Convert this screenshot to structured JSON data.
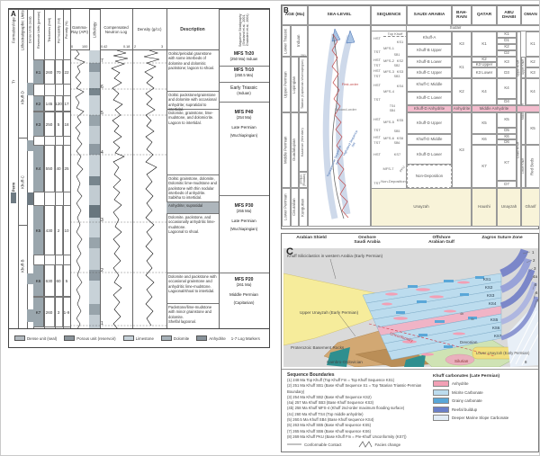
{
  "colors": {
    "pink_anhydrite": "#f3bccd",
    "yellow_clastics": "#f8f3d9",
    "micrite_blue": "#bcdcee",
    "reefal_blue": "#7b87c9",
    "gray_dense": "#9aa6ad"
  },
  "panelA": {
    "label": "A",
    "cols": {
      "formation": "Formation/Age",
      "lithostrat": "Lithostratigraphic Units",
      "dense": "Dense Units (seal)",
      "reservoir": "Reservoir Units (porous)",
      "thickness": "Thickness (feet)",
      "permeability": "Permeability (md)",
      "porosity": "Porosity (%)",
      "gr": "Gamma-Ray (API)",
      "lithology": "Lithology",
      "cnl": "Compensated Neutron Log",
      "density": "Density (g/cc)",
      "description": "Description",
      "seqstrat": "Sequence Stratigraphy (Sharland et al., 2001, Grabstein et al., 2004)"
    },
    "scales": {
      "gr_min": "0",
      "gr_max": "100",
      "cnl_min": "0.42",
      "cnl_max": "0.18",
      "den_min": "2",
      "den_max": "3"
    },
    "formation_labels": {
      "top": "Tr",
      "mid": "Late Perm"
    },
    "lithostrat_labels": {
      "d": "Khuff-D",
      "c": "Khuff-C",
      "b": "Khuff-B"
    },
    "rows": [
      {
        "unit": "K1",
        "thickness": "260",
        "perm": "70",
        "poro": "22"
      },
      {
        "unit": "K2",
        "thickness": "145",
        "perm": "120",
        "poro": "17"
      },
      {
        "unit": "K3",
        "thickness": "250",
        "perm": "5",
        "poro": "18"
      },
      {
        "unit": "K4",
        "thickness": "550",
        "perm": "40",
        "poro": "25"
      },
      {
        "unit": "K5",
        "thickness": "430",
        "perm": "2",
        "poro": "10"
      },
      {
        "unit": "K6",
        "thickness": "630",
        "perm": "60",
        "poro": "5"
      },
      {
        "unit": "K7",
        "thickness": "260",
        "perm": "3",
        "poro": "1-9"
      }
    ],
    "log_markers": [
      "7",
      "6",
      "5",
      "4",
      "3",
      "2",
      "1"
    ],
    "descriptions": [
      "Oolitic/peloidal grainstone with some interbeds of dolomite and dolomitic packstone; lagoon to shoal.",
      "Oolitic packstone/grainstone and dolomite with occasional anhydrite; supratidal to intertidal.",
      "Dolomite, grainstone, lime-mudstone, and dolomicrite.\nLagoon to intertidal.",
      "Oolitic grainstone, dolomite, Dolomitic lime-mudstone and packstone with thin nodular interbeds of anhydrite.\nSabkha to intertidal.",
      "Anhydrite; supratidal",
      "Dolomite, packstone, and occasionally anhydritic lime-mudstone.\nLagoonal to shoal.",
      "Dolomite and packstone with occasional grainstone and anhydritic lime-mudstone.\nLagoonal/shoal to intertidal.",
      "Packstone/lime-mudstone with minor grainstone and dolomite.\nShelfal lagoonal."
    ],
    "sequence": [
      {
        "l1": "MFS Tr20",
        "l2": "(250 Ma) Induan"
      },
      {
        "l1": "MFS Tr10",
        "l2": "(250.5 Ma)"
      },
      {
        "l1": "Early Triassic",
        "l2": "(Induan)"
      },
      {
        "l1": "MFS P40",
        "l2": "(254 Ma)",
        "l3": "Late Permian",
        "l4": "(Wuchiapingian)"
      },
      {
        "l1": "MFS P30",
        "l2": "(255 Ma)",
        "l3": "Late Permian",
        "l4": "(Wuchiapingian)"
      },
      {
        "l1": "MFS P20",
        "l2": "(261 Ma)",
        "l3": "Middle Permian",
        "l4": "(Capitanian)"
      }
    ],
    "legend": [
      {
        "label": "Dense unit (seal)",
        "color": "#b3bac0"
      },
      {
        "label": "Porous unit (reservoir)",
        "color": "#8b959c"
      },
      {
        "label": "Limestone",
        "color": "#c6d2da"
      },
      {
        "label": "Dolomite",
        "color": "#a7b2b9"
      },
      {
        "label": "Anhydrite",
        "color": "#89939b"
      }
    ],
    "legend_markers": "1-7  Log Markers"
  },
  "panelB": {
    "label": "B",
    "header": {
      "age": "AGE (Ma)",
      "sea": "SEA-LEVEL",
      "seq": "SEQUENCE",
      "saudi": "SAUDI ARABIA",
      "bahrain": "BAH-RAIN",
      "qatar": "QATAR",
      "abudhabi": "ABU DHABI",
      "oman": "OMAN"
    },
    "age": {
      "lt": "Lower Triassic",
      "induan": "Induan",
      "up": "Upper Permian",
      "lopingian": "Lopingian",
      "tatarian": "Tatarian (Capitanian-Wuchiapingian)",
      "mp": "Middle Permian",
      "guadalupian": "Guadalupian",
      "kazanian": "Kazanian (Wordian)",
      "ufimian": "Ufimian (Roadian)",
      "lp": "Lower Permian",
      "cisuralian": "Cisuralian",
      "kungurian": "Kungurian",
      "tick": "251"
    },
    "sea": {
      "first": "First-order",
      "second": "Second-order",
      "hst_arrow": "Highstand Sequence Set",
      "tst_arrow": "Transgressive Sequence Set"
    },
    "seq": {
      "sudair": "Sudair",
      "top_khuff": "Top Khuff",
      "hst": "HST",
      "tst": "TST",
      "mfs1": "MFS-1",
      "mfs2": "MFS-2",
      "mfs3": "MFS-3",
      "mfs4": "MFS-4",
      "mfs5": "MFS-5",
      "mfs6": "MFS-6",
      "mfs7": "MFS-7",
      "ks1": "KS1",
      "ks2": "KS2",
      "ks3": "KS3",
      "ks4": "KS4",
      "ks5": "KS5",
      "ks6": "KS6",
      "ks7": "KS7",
      "sb1": "SB1",
      "sb2": "SB2",
      "sb3": "SB3",
      "sb5": "SB5",
      "sb6": "SB6",
      "ts4": "TS4",
      "sb4": "SB4",
      "pku": "PKU",
      "nondep": "Non-Deposition"
    },
    "saudi": {
      "a": "Khuff-A",
      "bu": "Khuff-B Upper",
      "bl": "Khuff-B Lower",
      "cu": "Khuff-C Upper",
      "cm": "Khuff-C Middle",
      "cl": "Khuff-C Lower",
      "danh": "Khuff-D Anhydrite",
      "du": "Khuff-D Upper",
      "dm": "Khuff-D Middle",
      "dl": "Khuff-D Lower",
      "nondep": "Non-Deposition",
      "base": "Unayzah"
    },
    "bahrain": {
      "r1": "K3",
      "r2": "K1",
      "r3": "K2",
      "anh": "Anhydrite",
      "r4": "K3"
    },
    "qatar": {
      "r1": "K1",
      "r2": "K2",
      "r3": "K3 Upper",
      "r4": "K3 Lower",
      "r5": "K4",
      "anh": "Middle Anhydrite",
      "r6": "K5",
      "r7": "K6",
      "r8": "K7",
      "base": "Haushi"
    },
    "abudhabi": {
      "k1": "K1",
      "d1": "D1",
      "k2": "K2",
      "d2": "D2",
      "k3": "K3",
      "d3": "D3",
      "k4": "K4",
      "d4": "D4",
      "k5": "K5",
      "d5": "D5",
      "k6": "K6",
      "d6": "D6",
      "k7": "K7",
      "d7": "D7",
      "base": "Unayzah",
      "upper": "Upper Khuff",
      "lower": "Lower Khuff"
    },
    "oman": {
      "r1": "K1",
      "r2": "K2",
      "r3": "K3",
      "r4": "K4",
      "r5": "K5",
      "redbeds": "Red Beds",
      "base": "Gharif",
      "upper": "Upper Khuff",
      "middle": "Middle Khuff",
      "lower": "Lower Khuff"
    }
  },
  "panelC": {
    "label": "C",
    "top_labels": [
      "Arabian Shield",
      "Onshore\nSaudi Arabia",
      "Offshore\nArabian Gulf",
      "Zagros Suture Zone"
    ],
    "annotations": {
      "siliciclastics": "Khuff Siliciclastics in western Arabia (Early Permian)",
      "upper_unayzah": "Upper Unayzah (Early Permian)",
      "basement": "Proterozoic Basement Rocks",
      "cambro": "Cambro-Ordovician",
      "silurian": "Silurian",
      "devonian": "Devonian",
      "lower_unayzah": "Lower Unayzah (Early Permian)",
      "unconformity": "Unconformity"
    },
    "ks_labels": [
      "KS1",
      "KS2",
      "KS3",
      "KS4",
      "KS5",
      "KS6",
      "KS7"
    ],
    "boundary_numbers": [
      "1",
      "2",
      "3",
      "4a",
      "5",
      "6",
      "7",
      "8"
    ],
    "mid_markers": [
      "4b",
      "4c"
    ],
    "legend": {
      "title": "Sequence Boundaries",
      "lines": [
        "(1) 248 Ma Top Khuff (Top Khuff Fm = Top Khuff Sequence KS1)",
        "(2) 251 Ma Khuff SB1 (Base Khuff Sequence S1 = Top Tatarian Triassic-Permian Boundary)",
        "(3) 254 Ma Khuff SB2 (Base Khuff Sequence KS2)",
        "(4a) 257 Ma Khuff SB3 (Base Khuff Sequence KS3)",
        "(4b) 258 Ma Khuff MFS-4 (Khuff 2nd-order maximum flooding surface)",
        "(4c) 260 Ma Khuff TS4 (Top middle anhydrite)",
        "(5) 260.5 Ma Khuff SB4 (Base Khuff sequence KS4)",
        "(6) 263 Ma Khuff SB5 (Base Khuff sequence KS5)",
        "(7) 265 Ma Khuff SB6 (Base Khuff sequence KS6)",
        "(8) 269 Ma Khuff PKU (Base Khuff Fm = Pre-Khuff Unconformity (KS7))"
      ],
      "contact": "Conformable Contact",
      "facies": "Facies change",
      "carb_title": "Khuff carbonates (Late Permian)",
      "carb_items": [
        {
          "label": "Anhydrite",
          "color": "#f2a0b5"
        },
        {
          "label": "Micrite Carbonate",
          "color": "#bcdcee"
        },
        {
          "label": "Grainy carbonate",
          "color": "#5aa7d8"
        },
        {
          "label": "Reefal buildup",
          "color": "#6a7fc9"
        },
        {
          "label": "Deeper Marine Slope Carbonate",
          "color": "#e2ecf6"
        }
      ]
    }
  }
}
